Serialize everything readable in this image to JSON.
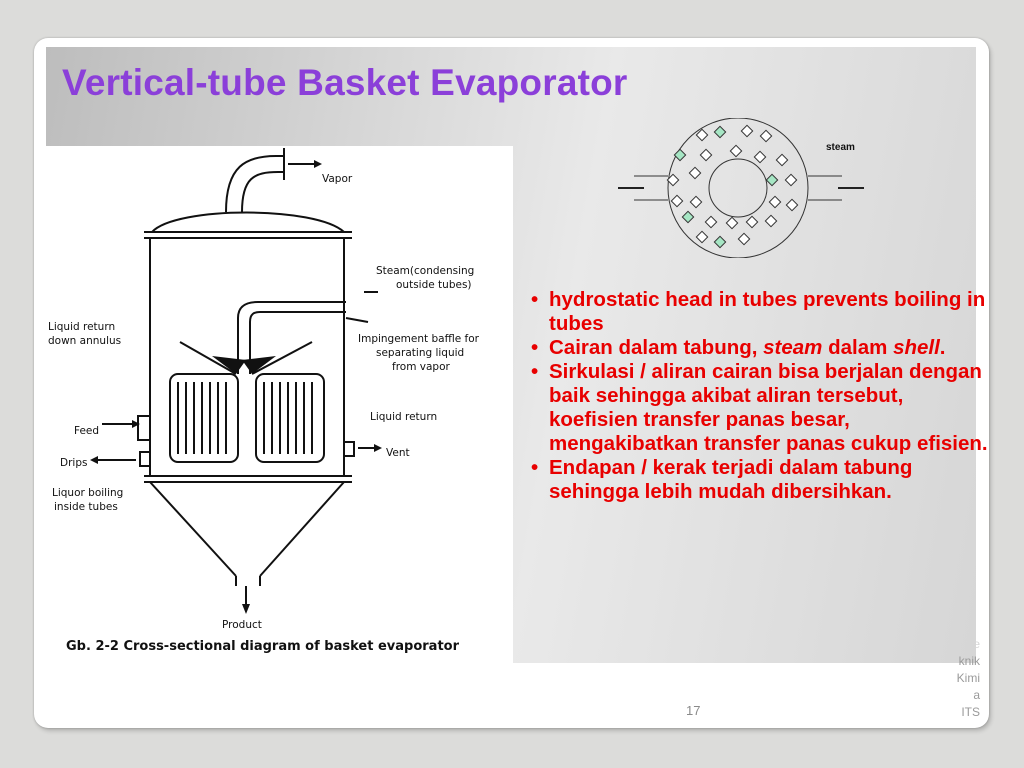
{
  "slide": {
    "title": "Vertical-tube Basket Evaporator",
    "number": "17",
    "footer_lines": [
      "Te",
      "knik",
      "Kimi",
      "a",
      "ITS"
    ]
  },
  "diagram": {
    "labels": {
      "vapor": "Vapor",
      "steam": "Steam(condensing",
      "steam2": "outside tubes)",
      "liquid_return_annulus": "Liquid return",
      "liquid_return_annulus2": "down annulus",
      "baffle": "Impingement baffle for",
      "baffle2": "separating liquid",
      "baffle3": "from vapor",
      "liquid_return": "Liquid return",
      "feed": "Feed",
      "vent": "Vent",
      "drips": "Drips",
      "liquor": "Liquor boiling",
      "liquor2": "inside tubes",
      "product": "Product",
      "caption": "Gb. 2-2  Cross-sectional diagram of basket evaporator"
    }
  },
  "cross_section": {
    "steam_label": "steam"
  },
  "bullets": {
    "b1": "hydrostatic head in tubes prevents boiling in tubes",
    "b2_a": "Cairan dalam tabung, ",
    "b2_em": "steam",
    "b2_b": " dalam ",
    "b2_em2": "shell",
    "b2_c": ".",
    "b3": "Sirkulasi / aliran cairan bisa berjalan dengan baik sehingga akibat aliran tersebut, koefisien transfer panas besar, mengakibatkan transfer panas cukup efisien.",
    "b4": "Endapan / kerak terjadi dalam tabung sehingga lebih mudah dibersihkan.",
    "marker": "•"
  },
  "colors": {
    "title": "#8b3fd9",
    "bullet_text": "#e80000",
    "tube_fill": "#a6e6c4"
  }
}
